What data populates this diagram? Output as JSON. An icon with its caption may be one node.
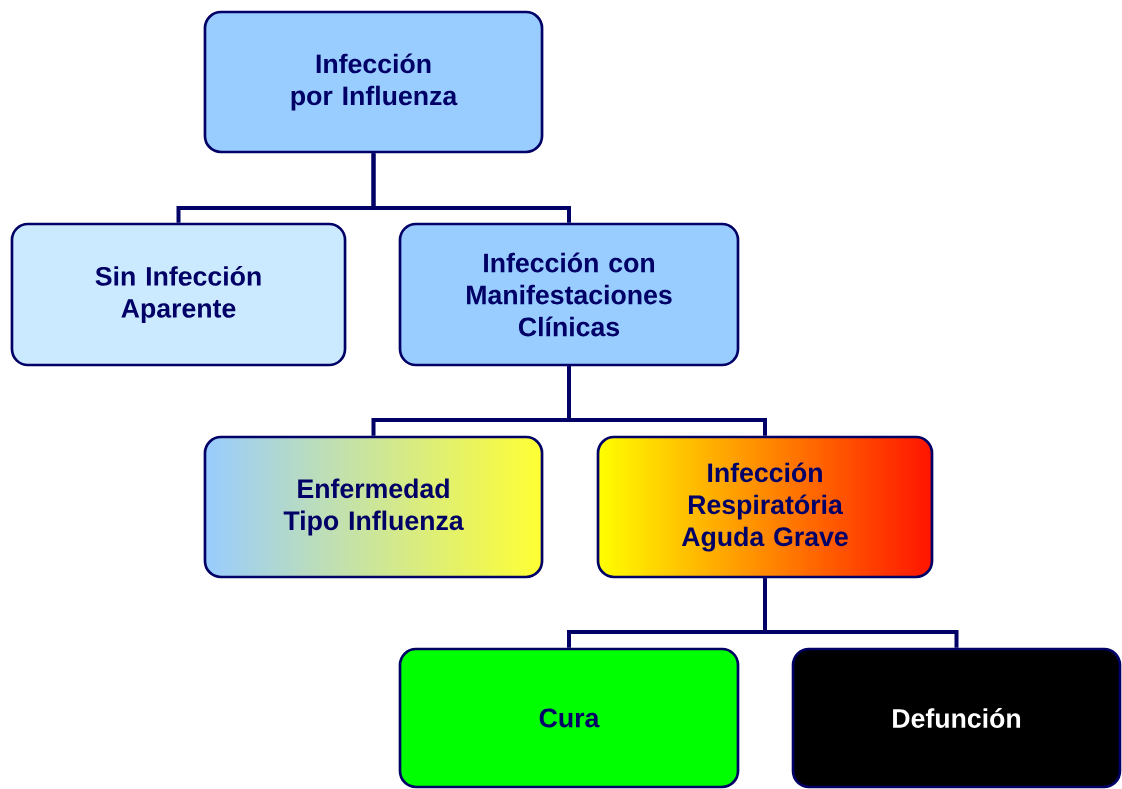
{
  "diagram": {
    "nodes": [
      {
        "text": [
          "Infección por Influenza"
        ]
      },
      {
        "text": [
          "Sin Infección Aparente"
        ]
      },
      {
        "text": [
          "Infección con Manifestaciones Clínicas"
        ]
      },
      {
        "text": [
          "Enfermedad Tipo Influenza"
        ]
      },
      {
        "text": [
          "Infección Respiratória Aguda Grave"
        ]
      },
      {
        "text": [
          "Cura"
        ]
      },
      {
        "text": [
          "Defunción"
        ]
      }
    ],
    "edges": [
      {
        "from": 0,
        "to": 1,
        "arrow": "none"
      },
      {
        "from": 0,
        "to": 2,
        "arrow": "none"
      },
      {
        "from": 2,
        "to": 3,
        "arrow": "none"
      },
      {
        "from": 2,
        "to": 4,
        "arrow": "none"
      },
      {
        "from": 4,
        "to": 5,
        "arrow": "none"
      },
      {
        "from": 4,
        "to": 6,
        "arrow": "none"
      }
    ]
  }
}
